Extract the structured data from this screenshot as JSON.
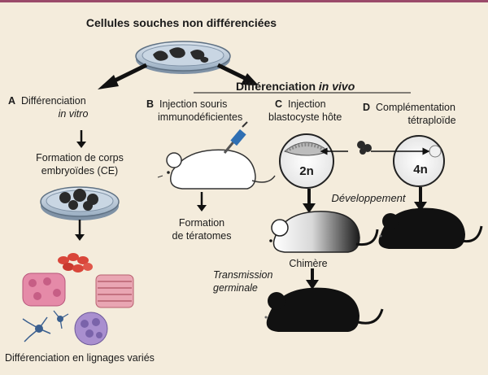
{
  "title": "Cellules souches non différenciées",
  "in_vivo_header": {
    "prefix": "Différenciation ",
    "italic": "in vivo"
  },
  "panel_a": {
    "letter": "A",
    "line1": "Différenciation",
    "line2": "in vitro",
    "ce_line1": "Formation de corps",
    "ce_line2": "embryoïdes (CE)",
    "bottom": "Différenciation en lignages variés"
  },
  "panel_b": {
    "letter": "B",
    "line1": "Injection souris",
    "line2": "immunodéficientes",
    "result_line1": "Formation",
    "result_line2": "de tératomes"
  },
  "panel_c": {
    "letter": "C",
    "line1": "Injection",
    "line2": "blastocyste hôte",
    "ploidy": "2n",
    "development": "Développement",
    "chimera": "Chimère",
    "transmission_line1": "Transmission",
    "transmission_line2": "germinale"
  },
  "panel_d": {
    "letter": "D",
    "line1": "Complémentation",
    "line2": "tétraploïde",
    "ploidy": "4n"
  },
  "colors": {
    "background": "#f4ecdc",
    "accent_rule": "#9a4a6a",
    "ink": "#1a1a1a",
    "dish": "#aebfd0",
    "cell_pink": "#e58aa8",
    "cell_red": "#d9463a",
    "cell_purple": "#a98fcf"
  }
}
